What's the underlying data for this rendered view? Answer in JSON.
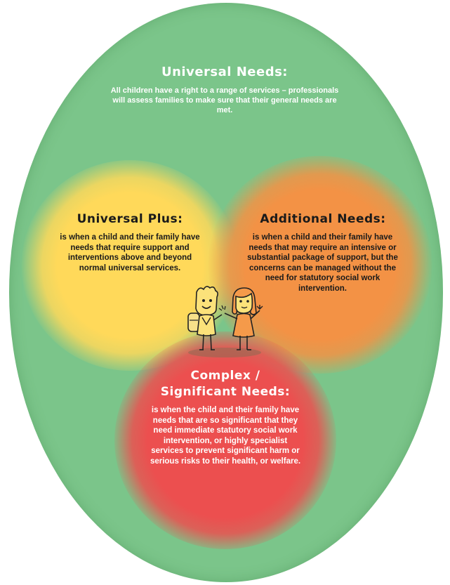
{
  "universal_needs": {
    "title": "Universal Needs:",
    "text": "All children have a right to a range of services – professionals will assess families to make sure that their general needs are met."
  },
  "universal_plus": {
    "title": "Universal Plus:",
    "text": "is when a child and their family have needs that require support and interventions above and beyond normal universal services."
  },
  "additional_needs": {
    "title": "Additional Needs:",
    "text": "is when a child and their family have needs that may require an intensive or substantial package of support, but the concerns can be managed without the need for statutory social work intervention."
  },
  "complex_needs": {
    "title_line1": "Complex /",
    "title_line2": "Significant Needs:",
    "text": "is when the child and their family have needs that are so significant that they need immediate statutory social work intervention, or highly specialist services to prevent significant harm or serious risks to their health, or welfare."
  },
  "colors": {
    "universal": "#7bc58a",
    "plus": "#ffd95a",
    "additional": "#f39245",
    "complex": "#ec4f4f"
  },
  "illustration": "two-children-icon"
}
